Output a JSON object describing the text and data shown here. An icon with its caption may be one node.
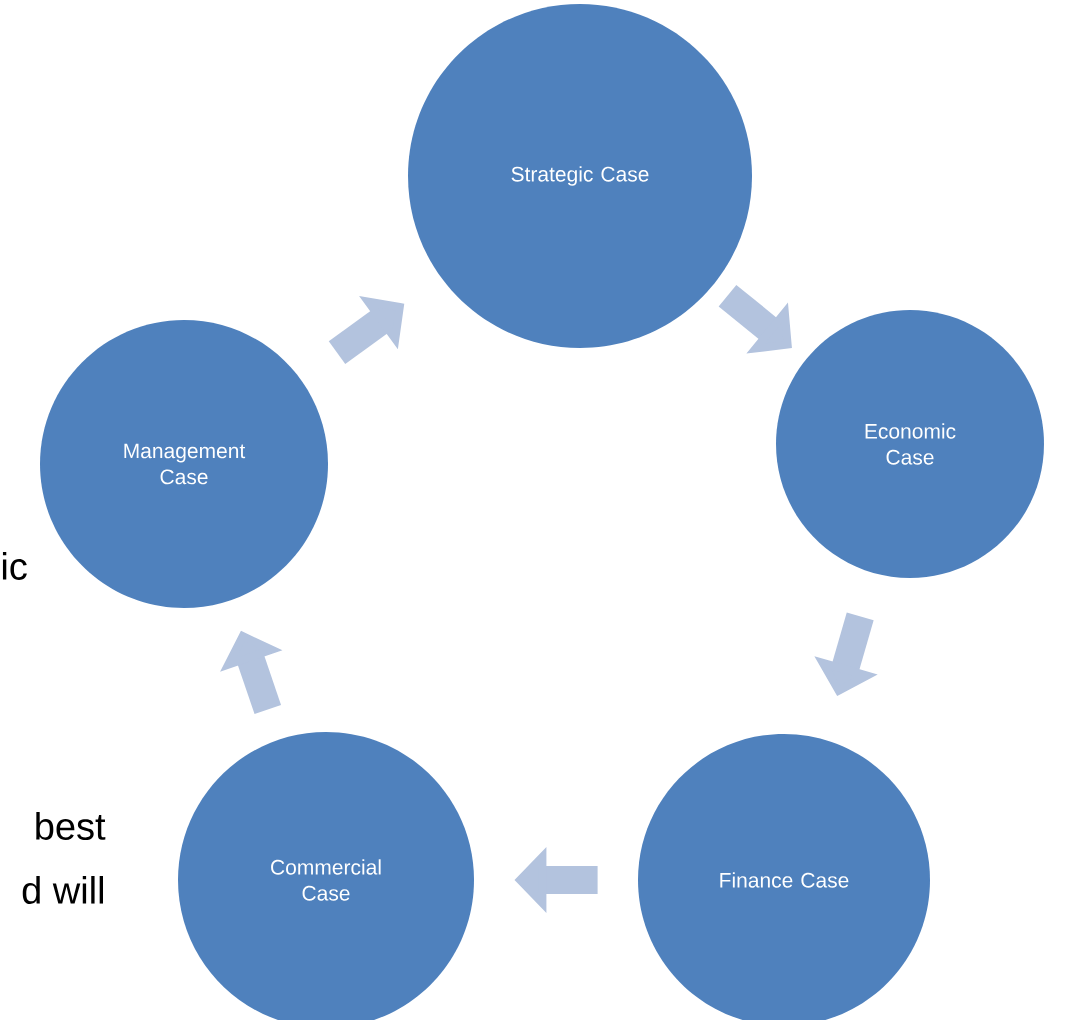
{
  "diagram": {
    "nodes": [
      {
        "text": [
          "Strategic Case"
        ]
      },
      {
        "text": [
          "Economic Case"
        ]
      },
      {
        "text": [
          "Finance Case"
        ]
      },
      {
        "text": [
          "Commercial Case"
        ]
      },
      {
        "text": [
          "Management Case"
        ]
      }
    ],
    "edges": [
      {
        "from": 0,
        "to": 1,
        "arrow": "to"
      },
      {
        "from": 1,
        "to": 2,
        "arrow": "to"
      },
      {
        "from": 2,
        "to": 3,
        "arrow": "to"
      },
      {
        "from": 3,
        "to": 4,
        "arrow": "to"
      },
      {
        "from": 4,
        "to": 0,
        "arrow": "to"
      }
    ],
    "labels": [
      "ic",
      "best",
      "d will"
    ]
  }
}
